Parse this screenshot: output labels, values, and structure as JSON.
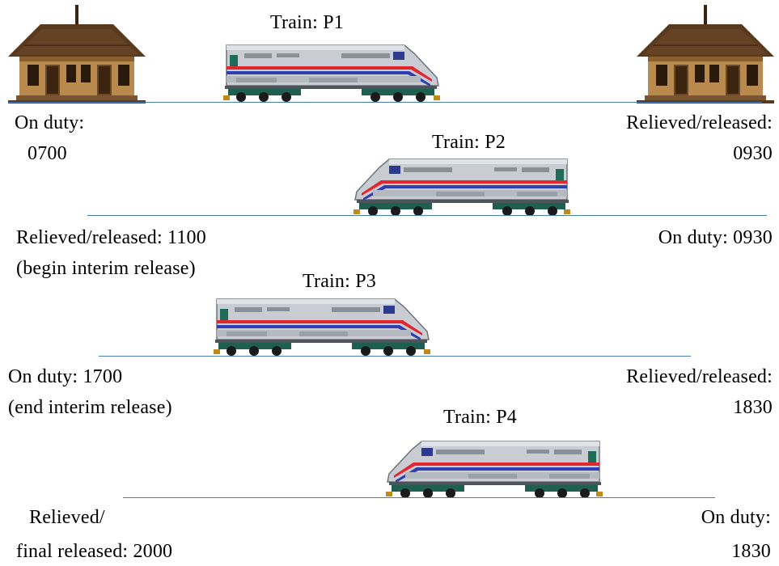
{
  "segments": [
    {
      "train_label": "Train:  P1",
      "left_label": [
        "On duty:",
        "0700"
      ],
      "right_label": [
        "Relieved/released:",
        "0930"
      ]
    },
    {
      "train_label": "Train:  P2",
      "left_label": [
        "Relieved/released:  1100",
        "(begin  interim  release)"
      ],
      "right_label": [
        "On duty:  0930"
      ]
    },
    {
      "train_label": "Train:  P3",
      "left_label": [
        "On duty:  1700",
        "(end interim  release)"
      ],
      "right_label": [
        "Relieved/released:",
        "1830"
      ]
    },
    {
      "train_label": "Train:  P4",
      "left_label": [
        "Relieved/",
        "final  released:  2000"
      ],
      "right_label": [
        "On duty:",
        "1830"
      ]
    }
  ],
  "colors": {
    "track": "#4a7ebb",
    "train_body": "#c9cdd3",
    "stripe_red": "#e0282e",
    "stripe_blue": "#2f3fb0",
    "wheels": "#1f5f4f",
    "station_roof": "#5a3a1e",
    "station_wall": "#b98a4e"
  },
  "icons": {
    "station": "train-station-icon",
    "locomotive": "locomotive-icon"
  }
}
